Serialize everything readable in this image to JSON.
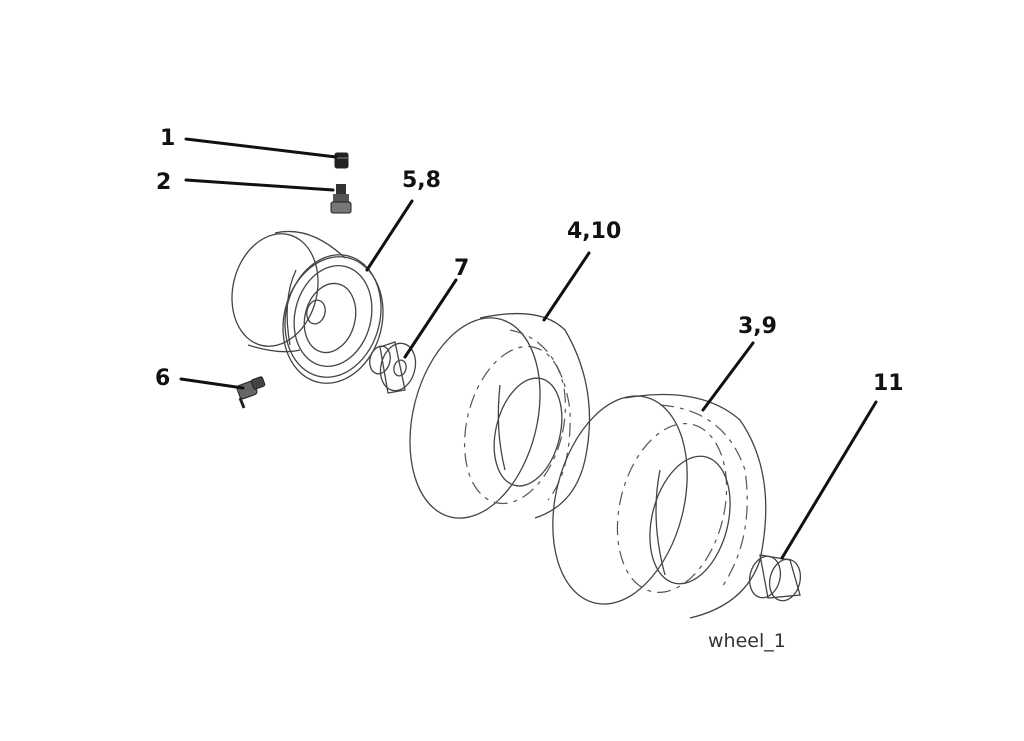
{
  "callouts": {
    "c1": "1",
    "c2": "2",
    "c5_8": "5,8",
    "c7": "7",
    "c4_10": "4,10",
    "c6": "6",
    "c3_9": "3,9",
    "c11": "11"
  },
  "figure_label": "wheel_1",
  "colors": {
    "outline": "#444444",
    "leader": "#111111",
    "background": "#ffffff"
  }
}
